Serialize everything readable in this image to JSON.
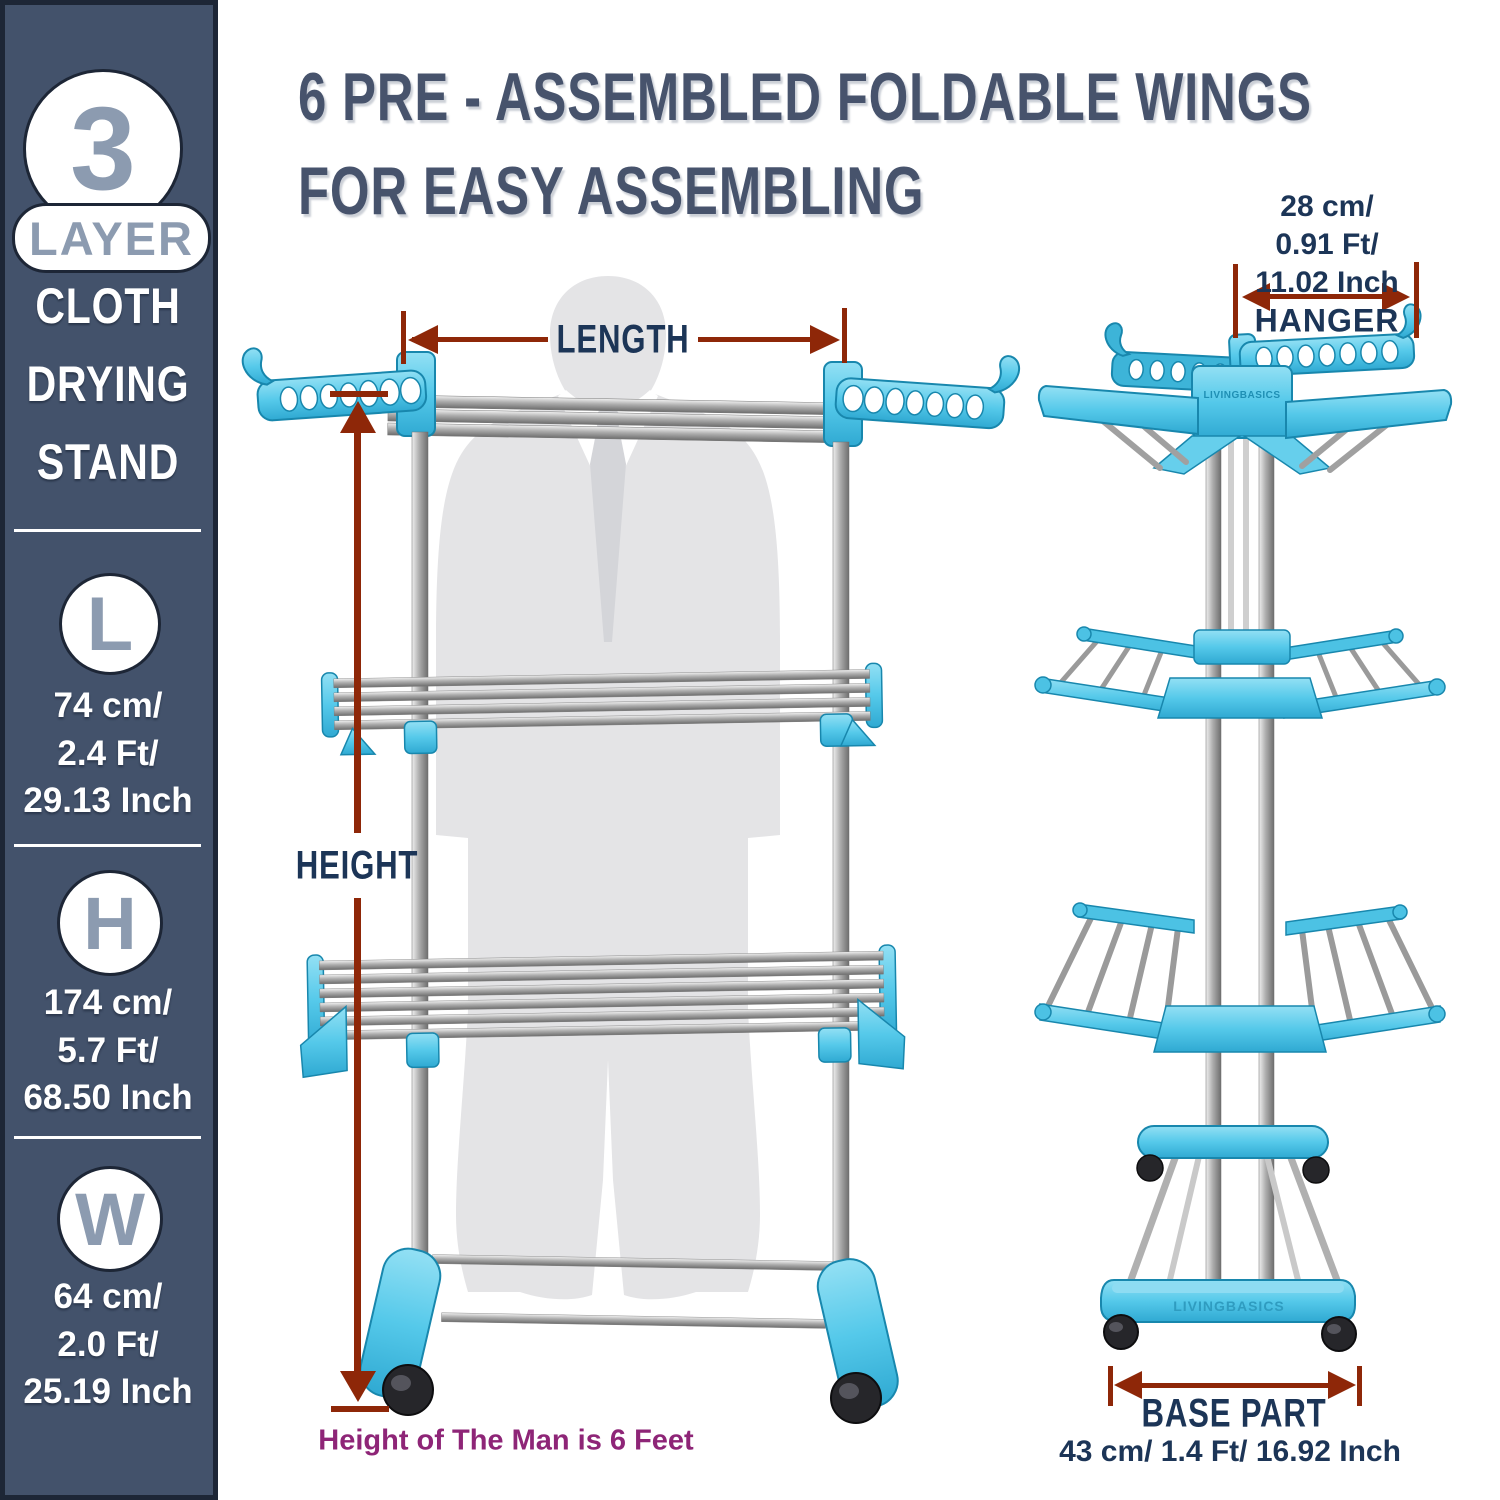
{
  "sidebar": {
    "layer_count": "3",
    "layer_label": "LAYER",
    "product_lines": [
      "CLOTH",
      "DRYING",
      "STAND"
    ],
    "specs": [
      {
        "letter": "L",
        "lines": [
          "74 cm/",
          "2.4 Ft/",
          "29.13 Inch"
        ]
      },
      {
        "letter": "H",
        "lines": [
          "174 cm/",
          "5.7 Ft/",
          "68.50 Inch"
        ]
      },
      {
        "letter": "W",
        "lines": [
          "64 cm/",
          "2.0 Ft/",
          "25.19 Inch"
        ]
      }
    ]
  },
  "title": {
    "line1": "6 PRE - ASSEMBLED FOLDABLE WINGS",
    "line2": "FOR EASY ASSEMBLING"
  },
  "front_view": {
    "length_label": "LENGTH",
    "height_label": "HEIGHT",
    "man_note": "Height of The Man is 6 Feet"
  },
  "side_view": {
    "hanger_dimension": {
      "line1": "28 cm/",
      "line2": "0.91 Ft/",
      "line3": "11.02 Inch",
      "label": "HANGER"
    },
    "base_part": {
      "label": "BASE PART",
      "dimensions": "43 cm/ 1.4 Ft/ 16.92 Inch"
    },
    "brand": "LIVINGBASICS"
  },
  "colors": {
    "accent_blue": "#4cc2e4",
    "steel_gray": "#9d9d9d",
    "dimension_arrow": "#8e2708",
    "text_navy": "#1c3557",
    "sidebar_background": "#43526b",
    "sidebar_letter": "#8c9bb0",
    "note_purple": "#8e2577",
    "silhouette_gray": "#e4e4e6"
  }
}
